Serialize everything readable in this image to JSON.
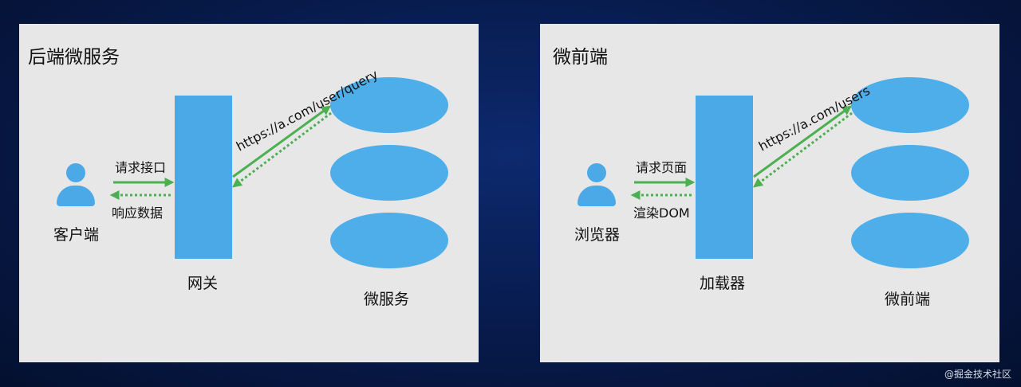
{
  "colors": {
    "background": "#071a4a",
    "panel": "#e7e7e7",
    "node_blue": "#4ca9e8",
    "arrow_green": "#4caf50"
  },
  "left_panel": {
    "title": "后端微服务",
    "client_label": "客户端",
    "request_label": "请求接口",
    "response_label": "响应数据",
    "gateway_label": "网关",
    "url_label": "https://a.com/user/query",
    "services_label": "微服务"
  },
  "right_panel": {
    "title": "微前端",
    "browser_label": "浏览器",
    "request_label": "请求页面",
    "response_label": "渲染DOM",
    "loader_label": "加载器",
    "url_label": "https://a.com/users",
    "apps_label": "微前端"
  },
  "watermark": "@掘金技术社区"
}
